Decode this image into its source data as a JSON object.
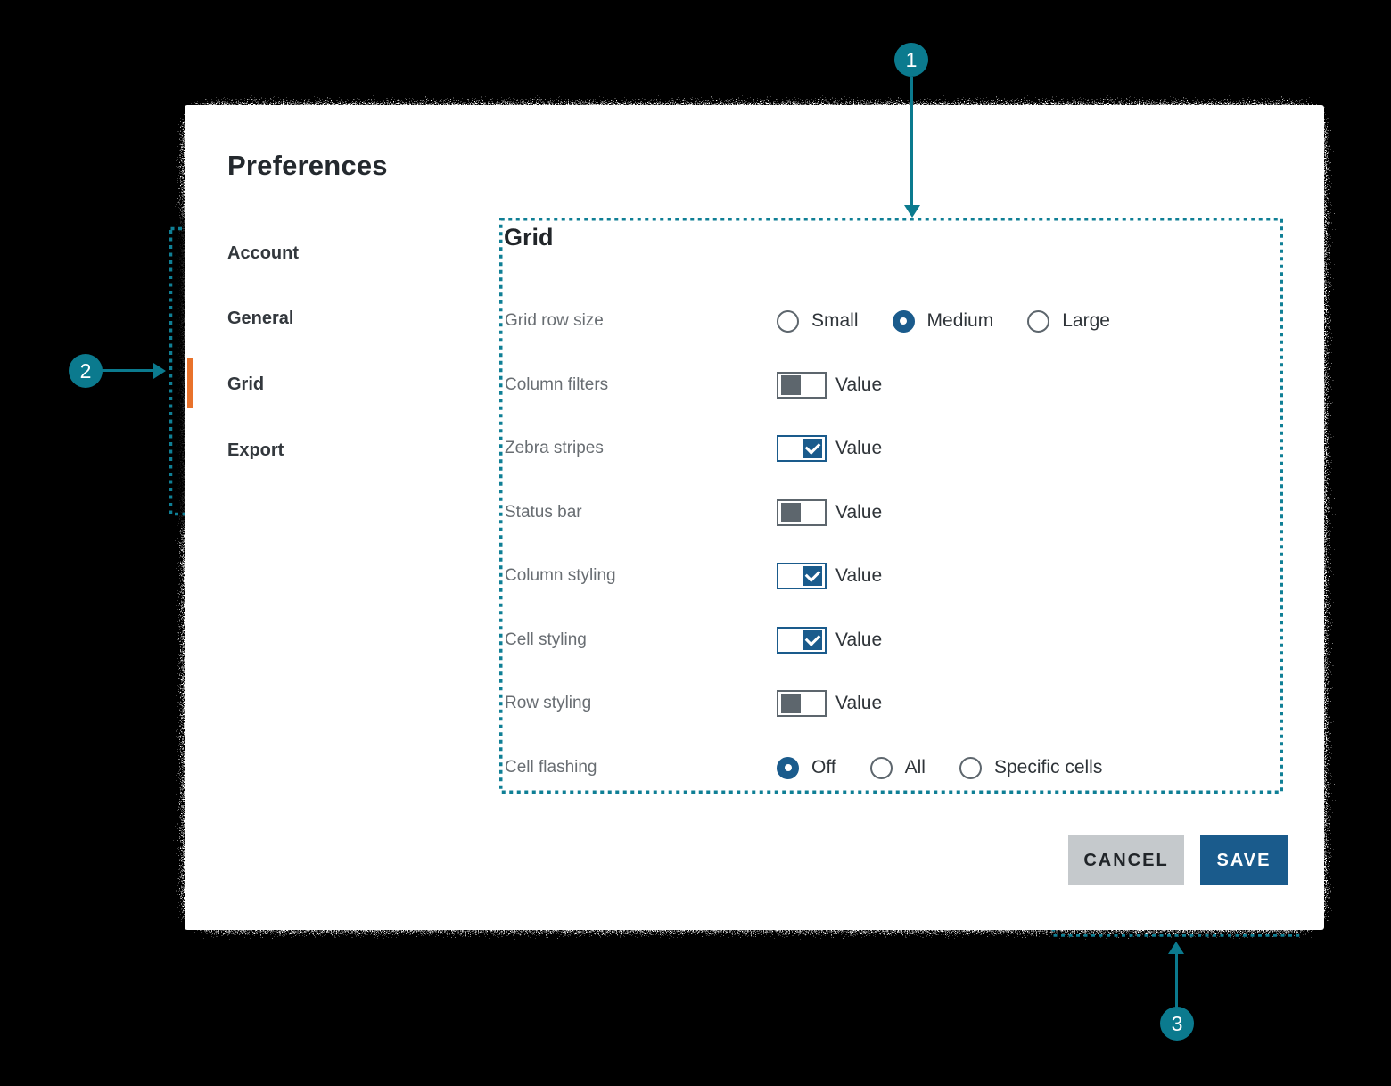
{
  "dialog": {
    "title": "Preferences",
    "sidebar": {
      "items": [
        {
          "label": "Account",
          "active": false
        },
        {
          "label": "General",
          "active": false
        },
        {
          "label": "Grid",
          "active": true
        },
        {
          "label": "Export",
          "active": false
        }
      ]
    },
    "panel": {
      "heading": "Grid",
      "rows": [
        {
          "label": "Grid row size",
          "type": "radio-group",
          "options": [
            {
              "label": "Small",
              "selected": false
            },
            {
              "label": "Medium",
              "selected": true
            },
            {
              "label": "Large",
              "selected": false
            }
          ]
        },
        {
          "label": "Column filters",
          "type": "toggle",
          "state": "off",
          "value_label": "Value"
        },
        {
          "label": "Zebra stripes",
          "type": "toggle",
          "state": "on",
          "value_label": "Value"
        },
        {
          "label": "Status bar",
          "type": "toggle",
          "state": "off",
          "value_label": "Value"
        },
        {
          "label": "Column styling",
          "type": "toggle",
          "state": "on",
          "value_label": "Value"
        },
        {
          "label": "Cell styling",
          "type": "toggle",
          "state": "on",
          "value_label": "Value"
        },
        {
          "label": "Row styling",
          "type": "toggle",
          "state": "off",
          "value_label": "Value"
        },
        {
          "label": "Cell flashing",
          "type": "radio-group",
          "options": [
            {
              "label": "Off",
              "selected": true
            },
            {
              "label": "All",
              "selected": false
            },
            {
              "label": "Specific cells",
              "selected": false
            }
          ]
        }
      ]
    },
    "footer": {
      "cancel_label": "CANCEL",
      "save_label": "SAVE"
    }
  },
  "annotations": [
    {
      "number": "1",
      "target": "grid-settings-panel"
    },
    {
      "number": "2",
      "target": "sidebar-navigation"
    },
    {
      "number": "3",
      "target": "footer-actions"
    }
  ],
  "colors": {
    "annotation_teal": "#0b7a8e",
    "dashed_outline_teal": "#0f7f95",
    "control_blue": "#1a5b8c",
    "active_nav_orange": "#e8722b",
    "label_gray": "#686d72",
    "text_dark": "#2f3439",
    "cancel_button_bg": "#c5c9cc",
    "toggle_off_gray": "#5d666d",
    "background": "#000000",
    "dialog_bg": "#ffffff"
  }
}
